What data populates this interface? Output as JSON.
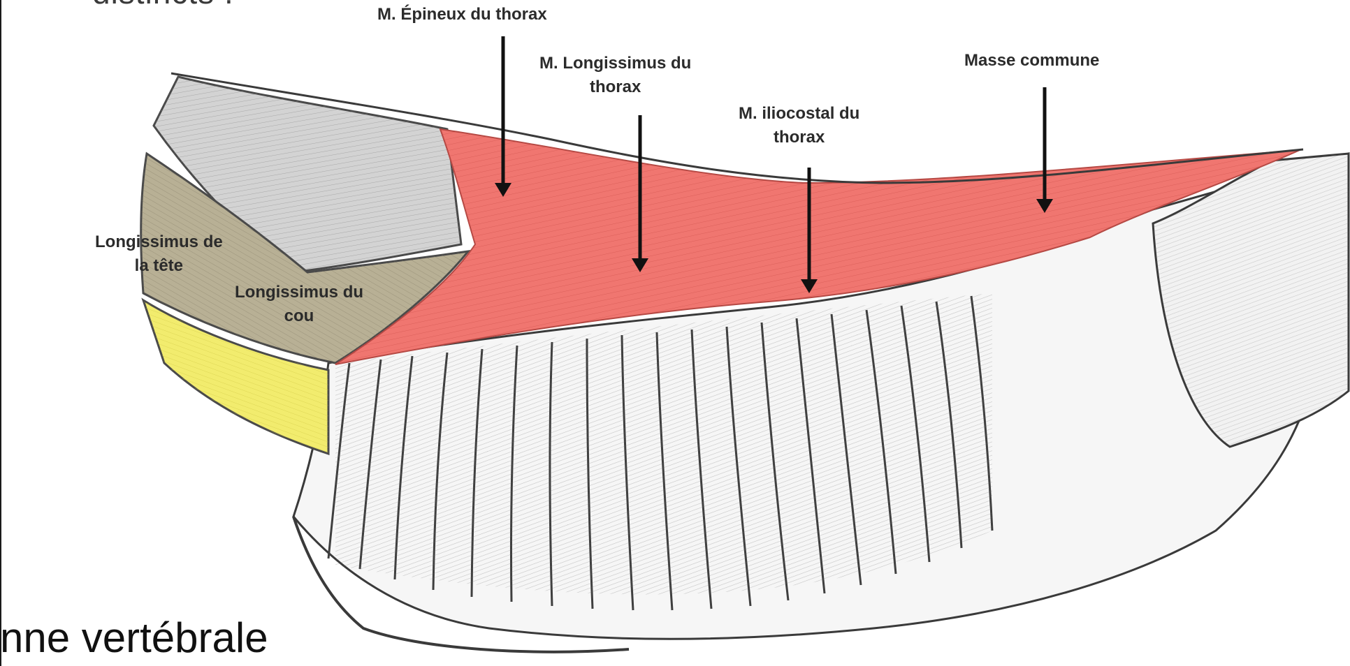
{
  "title_fragment": "distincts :",
  "caption_fragment": "nne vertébrale",
  "labels": {
    "epineux": [
      "M. Épineux du thorax"
    ],
    "longissimus_thorax": [
      "M. Longissimus  du",
      "thorax"
    ],
    "iliocostal": [
      "M. iliocostal  du",
      "thorax"
    ],
    "masse_commune": [
      "Masse commune"
    ],
    "longissimus_tete": [
      "Longissimus de",
      "la tête"
    ],
    "longissimus_cou": [
      "Longissimus du",
      "cou"
    ]
  },
  "colors": {
    "erector_red": "#f07670",
    "neck_gray": "#cfcfcf",
    "longissimus_tan": "#b5ad91",
    "yellow_muscle": "#f2ec6e",
    "line_ink": "#3a3a3a"
  }
}
